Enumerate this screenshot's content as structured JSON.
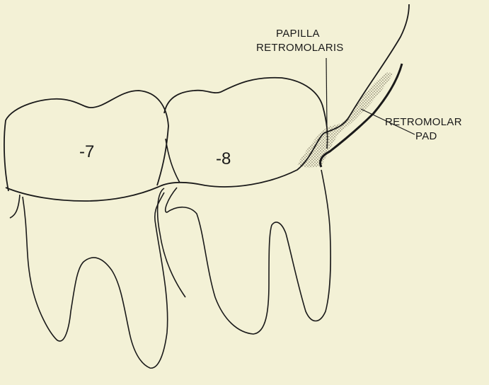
{
  "labels": {
    "tooth_7": "-7",
    "tooth_8": "-8",
    "papilla_line1": "PAPILLA",
    "papilla_line2": "RETROMOLARIS",
    "pad_line1": "RETROMOLAR",
    "pad_line2": "PAD"
  },
  "colors": {
    "background": "#f3f1d6",
    "ink": "#1a1a1a",
    "tooth_fill": "#f3f1d6",
    "stipple": "#6f6a55"
  }
}
